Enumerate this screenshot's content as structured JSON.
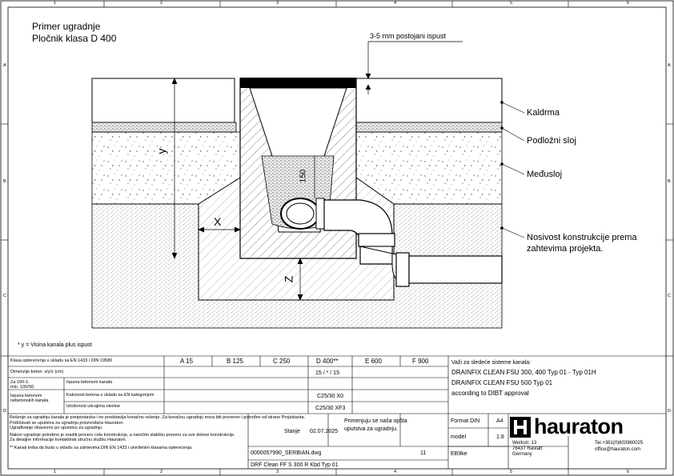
{
  "frame": {
    "col_numbers": [
      "1",
      "2",
      "3",
      "4",
      "5",
      "6"
    ],
    "row_letters": [
      "A",
      "B",
      "C",
      "D"
    ]
  },
  "heading": {
    "line1": "Primer ugradnje",
    "line2": "Pločnik klasa D 400"
  },
  "callouts": {
    "gap": "3-5 mm postojani ispust",
    "kaldrma": "Kaldrma",
    "podlozni": "Podložni sloj",
    "medusloj": "Međusloj",
    "nosivost_1": "Nosivost konstrukcije prema",
    "nosivost_2": "zahtevima projekta."
  },
  "dimensions": {
    "y": "y",
    "x": "X",
    "z": "Z",
    "r150": "150"
  },
  "footnote": "* y = Visina kanala plus ispust",
  "title_block": {
    "row1_label": "Klasa opterećenja u skladu sa EN 1433 / DIN 19580",
    "classes": [
      "A 15",
      "B 125",
      "C 250",
      "D 400**",
      "E 600",
      "F 900"
    ],
    "row2_label": "Dimenzije beton: x/y/z (cm)",
    "row2_value": "15 / * / 15",
    "left_small_1": "Za 100-1:",
    "left_small_2": "min. 100/S0",
    "left_small_3": "Ispuna betonom",
    "left_small_4": "nebetonskih kanala",
    "row3_label": "Ispuna betonom kanala",
    "row4_label": "Kakovost betona u skladu sa EN kategorijom",
    "row4_value": "C25/30 X0",
    "row5_label": "Izloženost uticajima okoline",
    "row5_value": "C25/30 XF3",
    "valid_header": "Važi za sledeće sisteme kanala:",
    "valid_lines": [
      "DRAINFIX CLEAN FSU 300, 400 Typ 01 - Typ 01H",
      "DRAINFIX CLEAN FSU 500 Typ 01",
      "according to DIBT approval"
    ],
    "notes_1": "Rešenje za ugradnju kanala je pretpostavka i ne predstavlja konačno rešenje. Za konačnu ugradnju mora biti proveren i potvrđen od strane Projektanta.",
    "notes_2": "Pridržavati se uputstva za ugradnju proizvođača Hauraton.",
    "notes_3": "Ugrađivanje obavezno po uputstvu za ugradnju.",
    "notes_4": "Nakon ugradnje potrebno je uraditi proveru cele konstrukcije, a naročito statičku proveru za sve delove konstrukcije.",
    "notes_5": "Za detaljne informacije kontaktirati stručnu službu Hauraton.",
    "notes_6": "** Kanali treba da budu u skladu sa zahtevima DIN EN 1433 i utvrđenim klasama opterećenja.",
    "stanje_label": "Stanje",
    "date": "02.07.2025",
    "primenjuju_1": "Primenjuju se naša opšta",
    "primenjuju_2": "uputstva za ugradnju.",
    "format_label": "Format DIN",
    "format_value": "A4",
    "model_label": "model",
    "model_value": "1:8",
    "eb_label": "EB9ke",
    "file": "0000057990_SERBIAN.dwg",
    "page_no": "11",
    "drawing_title": "DRF Clean FF S 300 R Kbd Typ 01",
    "address_1": "Werkstr. 13",
    "address_2": "76437 Rastatt",
    "address_3": "Germany",
    "tel": "Tel.+381(0)603960025",
    "email": "office@hauraton.com"
  },
  "brand": {
    "name": "hauraton"
  }
}
